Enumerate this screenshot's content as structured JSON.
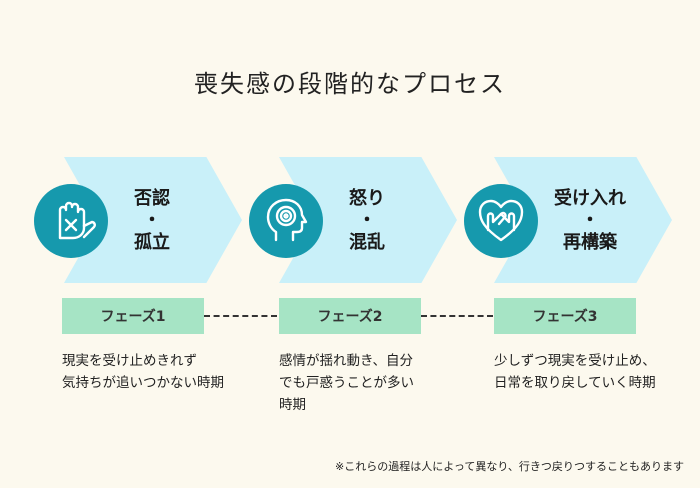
{
  "title": "喪失感の段階的なプロセス",
  "stages": [
    {
      "icon": "raised-hand-x-icon",
      "label_lines": [
        "否認",
        "・",
        "孤立"
      ],
      "phase": "フェーズ1",
      "desc_lines": [
        "現実を受け止めきれず",
        "気持ちが追いつかない時期"
      ]
    },
    {
      "icon": "head-spiral-icon",
      "label_lines": [
        "怒り",
        "・",
        "混乱"
      ],
      "phase": "フェーズ2",
      "desc_lines": [
        "感情が揺れ動き、自分",
        "でも戸惑うことが多い",
        "時期"
      ]
    },
    {
      "icon": "heart-hands-icon",
      "label_lines": [
        "受け入れ",
        "・",
        "再構築"
      ],
      "phase": "フェーズ3",
      "desc_lines": [
        "少しずつ現実を受け止め、",
        "日常を取り戻していく時期"
      ]
    }
  ],
  "footnote": "※これらの過程は人によって異なり、行きつ戻りつすることもあります",
  "colors": {
    "background": "#fcf9ee",
    "arrow": "#c9f0f9",
    "circle": "#1699ad",
    "phase": "#a6e4c5"
  }
}
